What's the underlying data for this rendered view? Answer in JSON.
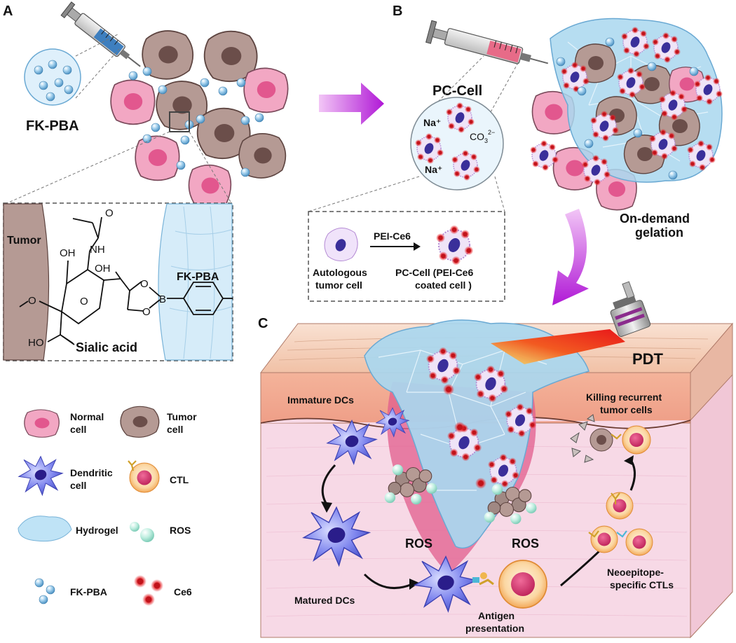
{
  "panels": {
    "a": "A",
    "b": "B",
    "c": "C"
  },
  "panel_a": {
    "fk_pba": "FK-PBA",
    "tumor": "Tumor",
    "fk_pba_inset": "FK-PBA",
    "sialic_acid": "Sialic acid",
    "chem": {
      "oh1": "OH",
      "nh": "NH",
      "oh2": "OH",
      "o_ring": "O",
      "o1": "O",
      "o2": "O",
      "b": "B",
      "o_ketone": "O",
      "ho": "HO",
      "o_carb": "O"
    }
  },
  "panel_b": {
    "pc_cell": "PC-Cell",
    "na1": "Na⁺",
    "na2": "Na⁺",
    "co3": "CO",
    "co3_sub": "3",
    "co3_sup": "2−",
    "on_demand": "On-demand",
    "gelation": "gelation",
    "inset": {
      "pei_ce6": "PEI-Ce6",
      "autologous_1": "Autologous",
      "autologous_2": "tumor cell",
      "pccell_1": "PC-Cell (PEI-Ce6",
      "pccell_2": "coated cell )"
    }
  },
  "panel_c": {
    "pdt": "PDT",
    "immature": "Immature DCs",
    "killing_1": "Killing recurrent",
    "killing_2": "tumor cells",
    "ros_left": "ROS",
    "ros_right": "ROS",
    "matured": "Matured DCs",
    "antigen_1": "Antigen",
    "antigen_2": "presentation",
    "neo_1": "Neoepitope-",
    "neo_2": "specific CTLs"
  },
  "legend": {
    "normal_1": "Normal",
    "normal_2": "cell",
    "tumor_1": "Tumor",
    "tumor_2": "cell",
    "dc_1": "Dendritic",
    "dc_2": "cell",
    "ctl": "CTL",
    "hydrogel": "Hydrogel",
    "ros": "ROS",
    "fkpba": "FK-PBA",
    "ce6": "Ce6"
  },
  "colors": {
    "normal_cell": "#f2a7c3",
    "tumor_cell": "#b59a94",
    "hydrogel": "#a9d7ef",
    "fk_pba": "#8cc3e6",
    "ce6": "#e31e24",
    "dc": "#6a6fe0",
    "ctl": "#f6b66b",
    "arrow": "#c93be0",
    "skin_top": "#f4cdb7",
    "dermis": "#f7d9e6"
  }
}
